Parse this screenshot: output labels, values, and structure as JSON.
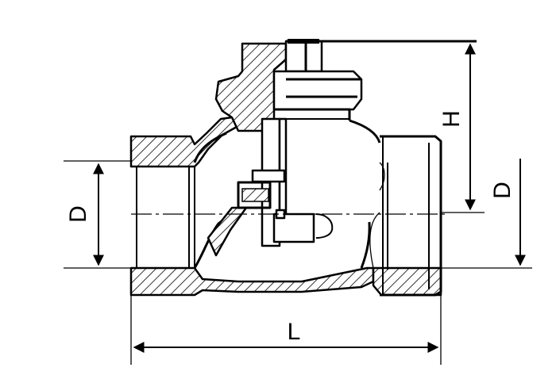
{
  "diagram": {
    "labels": {
      "left_D": "D",
      "right_D": "D",
      "H": "H",
      "L": "L"
    },
    "colors": {
      "line": "#000000",
      "background": "#ffffff"
    }
  }
}
